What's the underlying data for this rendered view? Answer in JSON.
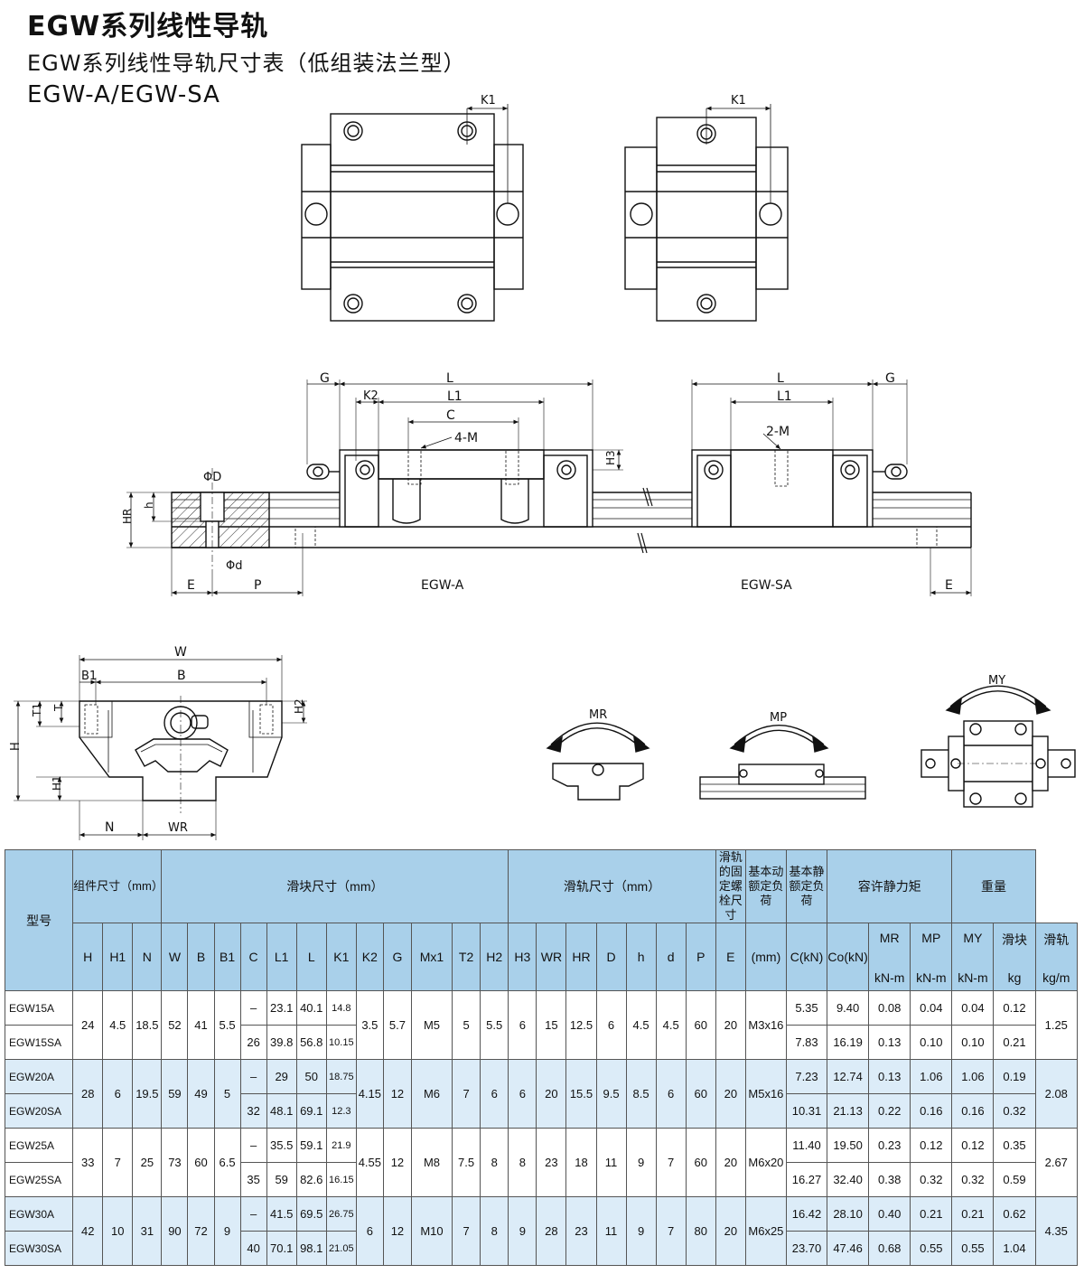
{
  "title": "EGW系列线性导轨",
  "subtitle": "EGW系列线性导轨尺寸表（低组装法兰型）",
  "model_line": "EGW-A/EGW-SA",
  "drawings": {
    "labels": {
      "K1": "K1",
      "G": "G",
      "L": "L",
      "L1": "L1",
      "K2": "K2",
      "C": "C",
      "M4": "4-M",
      "M2": "2-M",
      "H3": "H3",
      "phiD": "ΦD",
      "phid": "Φd",
      "h": "h",
      "HR": "HR",
      "E": "E",
      "P": "P",
      "W": "W",
      "B1": "B1",
      "B": "B",
      "T1": "T1",
      "T": "T",
      "H2": "H2",
      "H": "H",
      "H1": "H1",
      "N": "N",
      "WR": "WR",
      "MR": "MR",
      "MP": "MP",
      "MY": "MY"
    },
    "egw_a": "EGW-A",
    "egw_sa": "EGW-SA"
  },
  "table": {
    "head": {
      "model": "型号",
      "assembly": "组件尺寸（mm）",
      "block": "滑块尺寸（mm）",
      "rail": "滑轨尺寸（mm）",
      "bolt": "滑轨的固定螺栓尺寸",
      "dyn": "基本动额定负荷",
      "stat": "基本静额定负荷",
      "moment": "容许静力矩",
      "weight": "重量",
      "cols": [
        "H",
        "H1",
        "N",
        "W",
        "B",
        "B1",
        "C",
        "L1",
        "L",
        "K1",
        "K2",
        "G",
        "Mx1",
        "T2",
        "H2",
        "H3",
        "WR",
        "HR",
        "D",
        "h",
        "d",
        "P",
        "E",
        "(mm)",
        "C(kN)",
        "Co(kN)"
      ],
      "mr": "MR",
      "mp": "MP",
      "my": "MY",
      "knm": "kN-m",
      "block_w": "滑块",
      "rail_w": "滑轨",
      "kg": "kg",
      "kgm": "kg/m"
    },
    "groups": [
      {
        "shared": {
          "H": "24",
          "H1": "4.5",
          "N": "18.5",
          "W": "52",
          "B": "41",
          "B1": "5.5",
          "K2": "3.5",
          "G": "5.7",
          "M": "M5",
          "T2": "5",
          "H2": "5.5",
          "H3": "6",
          "WR": "15",
          "HR": "12.5",
          "D": "6",
          "h": "4.5",
          "d": "4.5",
          "P": "60",
          "E": "20",
          "bolt": "M3x16",
          "rail_kg": "1.25"
        },
        "rows": [
          {
            "model": "EGW15A",
            "C": "–",
            "L1": "23.1",
            "L": "40.1",
            "K1": "14.8",
            "dyn": "5.35",
            "stat": "9.40",
            "mr": "0.08",
            "mp": "0.04",
            "my": "0.04",
            "kg": "0.12"
          },
          {
            "model": "EGW15SA",
            "C": "26",
            "L1": "39.8",
            "L": "56.8",
            "K1": "10.15",
            "dyn": "7.83",
            "stat": "16.19",
            "mr": "0.13",
            "mp": "0.10",
            "my": "0.10",
            "kg": "0.21"
          }
        ]
      },
      {
        "shared": {
          "H": "28",
          "H1": "6",
          "N": "19.5",
          "W": "59",
          "B": "49",
          "B1": "5",
          "K2": "4.15",
          "G": "12",
          "M": "M6",
          "T2": "7",
          "H2": "6",
          "H3": "6",
          "WR": "20",
          "HR": "15.5",
          "D": "9.5",
          "h": "8.5",
          "d": "6",
          "P": "60",
          "E": "20",
          "bolt": "M5x16",
          "rail_kg": "2.08"
        },
        "rows": [
          {
            "model": "EGW20A",
            "C": "–",
            "L1": "29",
            "L": "50",
            "K1": "18.75",
            "dyn": "7.23",
            "stat": "12.74",
            "mr": "0.13",
            "mp": "1.06",
            "my": "1.06",
            "kg": "0.19"
          },
          {
            "model": "EGW20SA",
            "C": "32",
            "L1": "48.1",
            "L": "69.1",
            "K1": "12.3",
            "dyn": "10.31",
            "stat": "21.13",
            "mr": "0.22",
            "mp": "0.16",
            "my": "0.16",
            "kg": "0.32"
          }
        ]
      },
      {
        "shared": {
          "H": "33",
          "H1": "7",
          "N": "25",
          "W": "73",
          "B": "60",
          "B1": "6.5",
          "K2": "4.55",
          "G": "12",
          "M": "M8",
          "T2": "7.5",
          "H2": "8",
          "H3": "8",
          "WR": "23",
          "HR": "18",
          "D": "11",
          "h": "9",
          "d": "7",
          "P": "60",
          "E": "20",
          "bolt": "M6x20",
          "rail_kg": "2.67"
        },
        "rows": [
          {
            "model": "EGW25A",
            "C": "–",
            "L1": "35.5",
            "L": "59.1",
            "K1": "21.9",
            "dyn": "11.40",
            "stat": "19.50",
            "mr": "0.23",
            "mp": "0.12",
            "my": "0.12",
            "kg": "0.35"
          },
          {
            "model": "EGW25SA",
            "C": "35",
            "L1": "59",
            "L": "82.6",
            "K1": "16.15",
            "dyn": "16.27",
            "stat": "32.40",
            "mr": "0.38",
            "mp": "0.32",
            "my": "0.32",
            "kg": "0.59"
          }
        ]
      },
      {
        "shared": {
          "H": "42",
          "H1": "10",
          "N": "31",
          "W": "90",
          "B": "72",
          "B1": "9",
          "K2": "6",
          "G": "12",
          "M": "M10",
          "T2": "7",
          "H2": "8",
          "H3": "9",
          "WR": "28",
          "HR": "23",
          "D": "11",
          "h": "9",
          "d": "7",
          "P": "80",
          "E": "20",
          "bolt": "M6x25",
          "rail_kg": "4.35"
        },
        "rows": [
          {
            "model": "EGW30A",
            "C": "–",
            "L1": "41.5",
            "L": "69.5",
            "K1": "26.75",
            "dyn": "16.42",
            "stat": "28.10",
            "mr": "0.40",
            "mp": "0.21",
            "my": "0.21",
            "kg": "0.62"
          },
          {
            "model": "EGW30SA",
            "C": "40",
            "L1": "70.1",
            "L": "98.1",
            "K1": "21.05",
            "dyn": "23.70",
            "stat": "47.46",
            "mr": "0.68",
            "mp": "0.55",
            "my": "0.55",
            "kg": "1.04"
          }
        ]
      }
    ]
  }
}
